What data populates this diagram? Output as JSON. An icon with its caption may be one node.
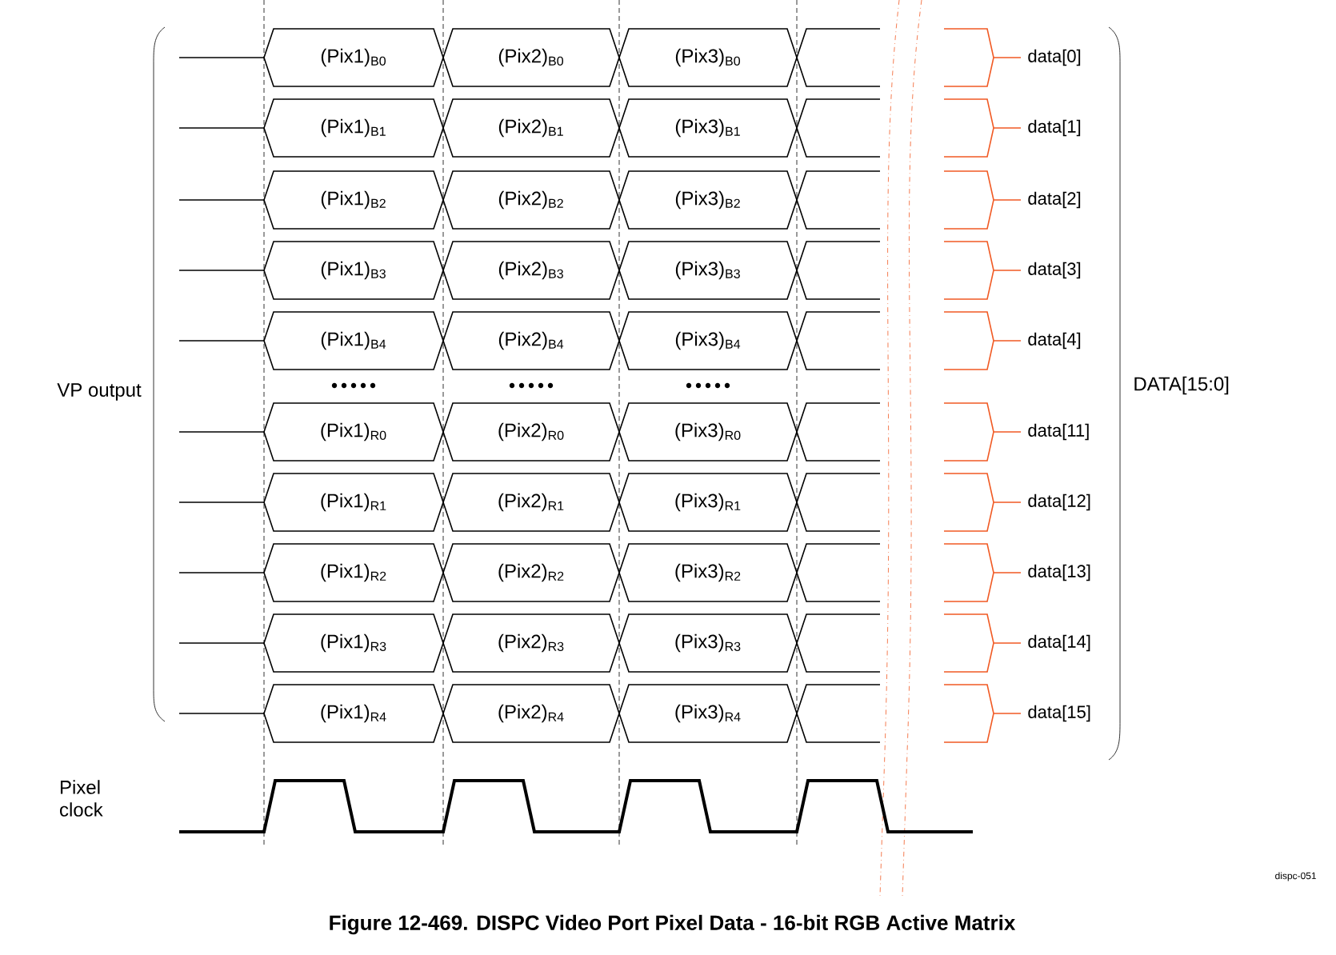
{
  "diagram": {
    "caption": "Figure 12-469. DISPC Video Port Pixel Data - 16-bit RGB Active Matrix",
    "nodes": [
      {
        "text": [
          "(Pix1)$_{B0}$"
        ]
      },
      {
        "text": [
          "(Pix2)$_{B0}$"
        ]
      },
      {
        "text": [
          "(Pix3)$_{B0}$"
        ]
      },
      {
        "text": [
          "(Pix1)$_{B1}$"
        ]
      },
      {
        "text": [
          "(Pix2)$_{B1}$"
        ]
      },
      {
        "text": [
          "(Pix3)$_{B1}$"
        ]
      },
      {
        "text": [
          "(Pix1)$_{B2}$"
        ]
      },
      {
        "text": [
          "(Pix2)$_{B2}$"
        ]
      },
      {
        "text": [
          "(Pix3)$_{B2}$"
        ]
      },
      {
        "text": [
          "(Pix1)$_{B3}$"
        ]
      },
      {
        "text": [
          "(Pix2)$_{B3}$"
        ]
      },
      {
        "text": [
          "(Pix3)$_{B3}$"
        ]
      },
      {
        "text": [
          "(Pix1)$_{B4}$"
        ]
      },
      {
        "text": [
          "(Pix2)$_{B4}$"
        ]
      },
      {
        "text": [
          "(Pix3)$_{B4}$"
        ]
      },
      {
        "text": [
          "(Pix1)$_{R0}$"
        ]
      },
      {
        "text": [
          "(Pix2)$_{R0}$"
        ]
      },
      {
        "text": [
          "(Pix3)$_{R0}$"
        ]
      },
      {
        "text": [
          "(Pix1)$_{R1}$"
        ]
      },
      {
        "text": [
          "(Pix2)$_{R1}$"
        ]
      },
      {
        "text": [
          "(Pix3)$_{R1}$"
        ]
      },
      {
        "text": [
          "(Pix1)$_{R2}$"
        ]
      },
      {
        "text": [
          "(Pix2)$_{R2}$"
        ]
      },
      {
        "text": [
          "(Pix3)$_{R2}$"
        ]
      },
      {
        "text": [
          "(Pix1)$_{R3}$"
        ]
      },
      {
        "text": [
          "(Pix2)$_{R3}$"
        ]
      },
      {
        "text": [
          "(Pix3)$_{R3}$"
        ]
      },
      {
        "text": [
          "(Pix1)$_{R4}$"
        ]
      },
      {
        "text": [
          "(Pix2)$_{R4}$"
        ]
      },
      {
        "text": [
          "(Pix3)$_{R4}$"
        ]
      }
    ],
    "labels": [
      "data[0]",
      "data[1]",
      "data[2]",
      "data[3]",
      "data[4]",
      "VP output",
      "DATA[15:0]",
      "data[11]",
      "data[12]",
      "data[13]",
      "data[14]",
      "data[15]",
      "Pixel clock",
      "dispc-051"
    ]
  }
}
